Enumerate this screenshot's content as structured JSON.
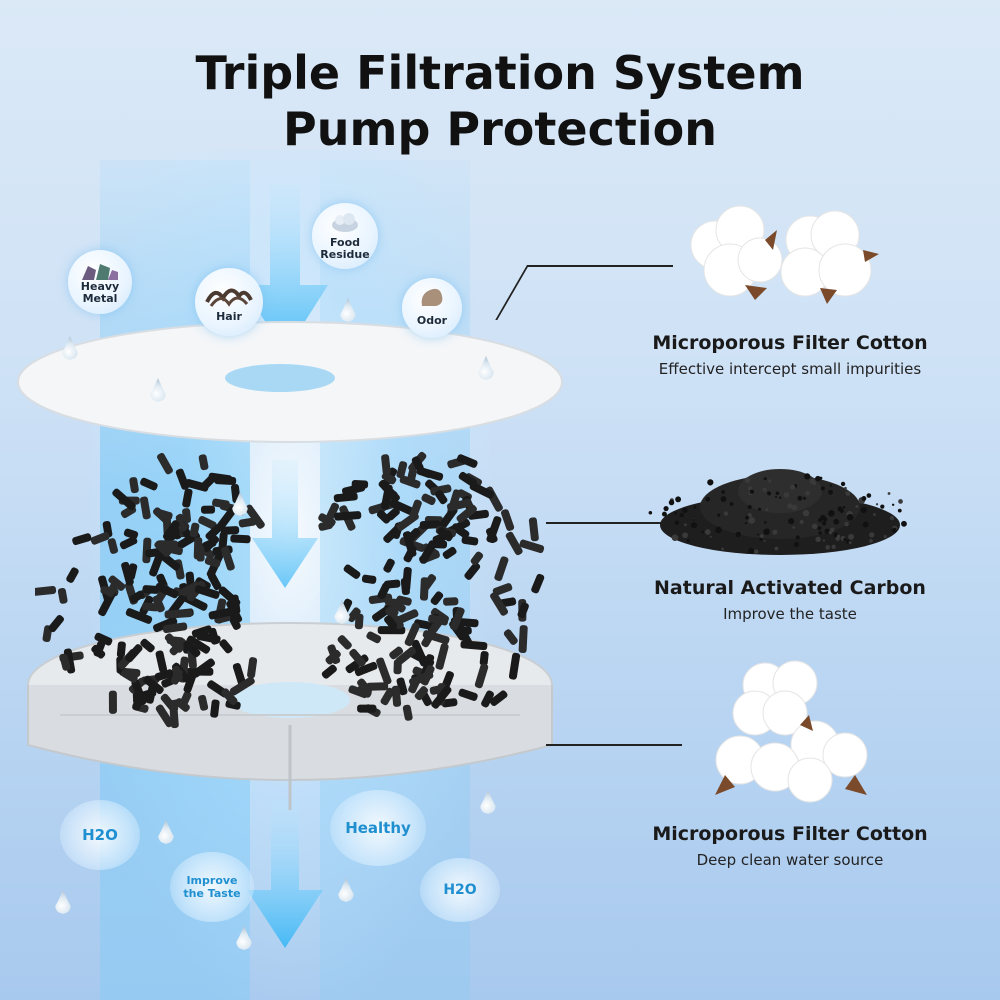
{
  "header": {
    "title_line1": "Triple Filtration System",
    "title_line2": "Pump Protection"
  },
  "impurity_bubbles": [
    {
      "label": "Heavy Metal",
      "icon": "rock-icon"
    },
    {
      "label": "Hair",
      "icon": "hair-icon"
    },
    {
      "label": "Food Residue",
      "icon": "food-icon"
    },
    {
      "label": "Odor",
      "icon": "odor-icon"
    }
  ],
  "result_bubbles": [
    {
      "label": "H2O"
    },
    {
      "label": "Healthy"
    },
    {
      "label": "Improve the Taste"
    },
    {
      "label": "H2O"
    }
  ],
  "layers": [
    {
      "title": "Microporous Filter Cotton",
      "subtitle": "Effective intercept small impurities"
    },
    {
      "title": "Natural Activated Carbon",
      "subtitle": "Improve the taste"
    },
    {
      "title": "Microporous Filter Cotton",
      "subtitle": "Deep clean water source"
    }
  ],
  "colors": {
    "accent_blue": "#1f8fd0",
    "carbon": "#1c1c1c",
    "cotton": "#ffffff"
  }
}
